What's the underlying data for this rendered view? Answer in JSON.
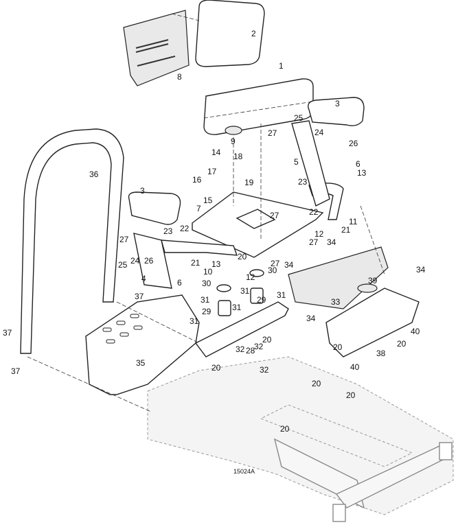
{
  "diagram": {
    "callouts": [
      "1",
      "2",
      "3",
      "3",
      "36",
      "8",
      "9",
      "25",
      "27",
      "24",
      "26",
      "5",
      "6",
      "13",
      "14",
      "18",
      "17",
      "16",
      "19",
      "15",
      "7",
      "23",
      "22",
      "27",
      "21",
      "11",
      "12",
      "27",
      "34",
      "23",
      "22",
      "27",
      "26",
      "24",
      "25",
      "21",
      "20",
      "13",
      "27",
      "10",
      "30",
      "12",
      "31",
      "4",
      "6",
      "34",
      "34",
      "39",
      "37",
      "30",
      "31",
      "29",
      "31",
      "29",
      "31",
      "33",
      "34",
      "40",
      "31",
      "20",
      "32",
      "28",
      "32",
      "20",
      "35",
      "20",
      "38",
      "40",
      "20",
      "37",
      "37",
      "32",
      "20",
      "20",
      "20"
    ],
    "drawing_number": "15024A"
  }
}
